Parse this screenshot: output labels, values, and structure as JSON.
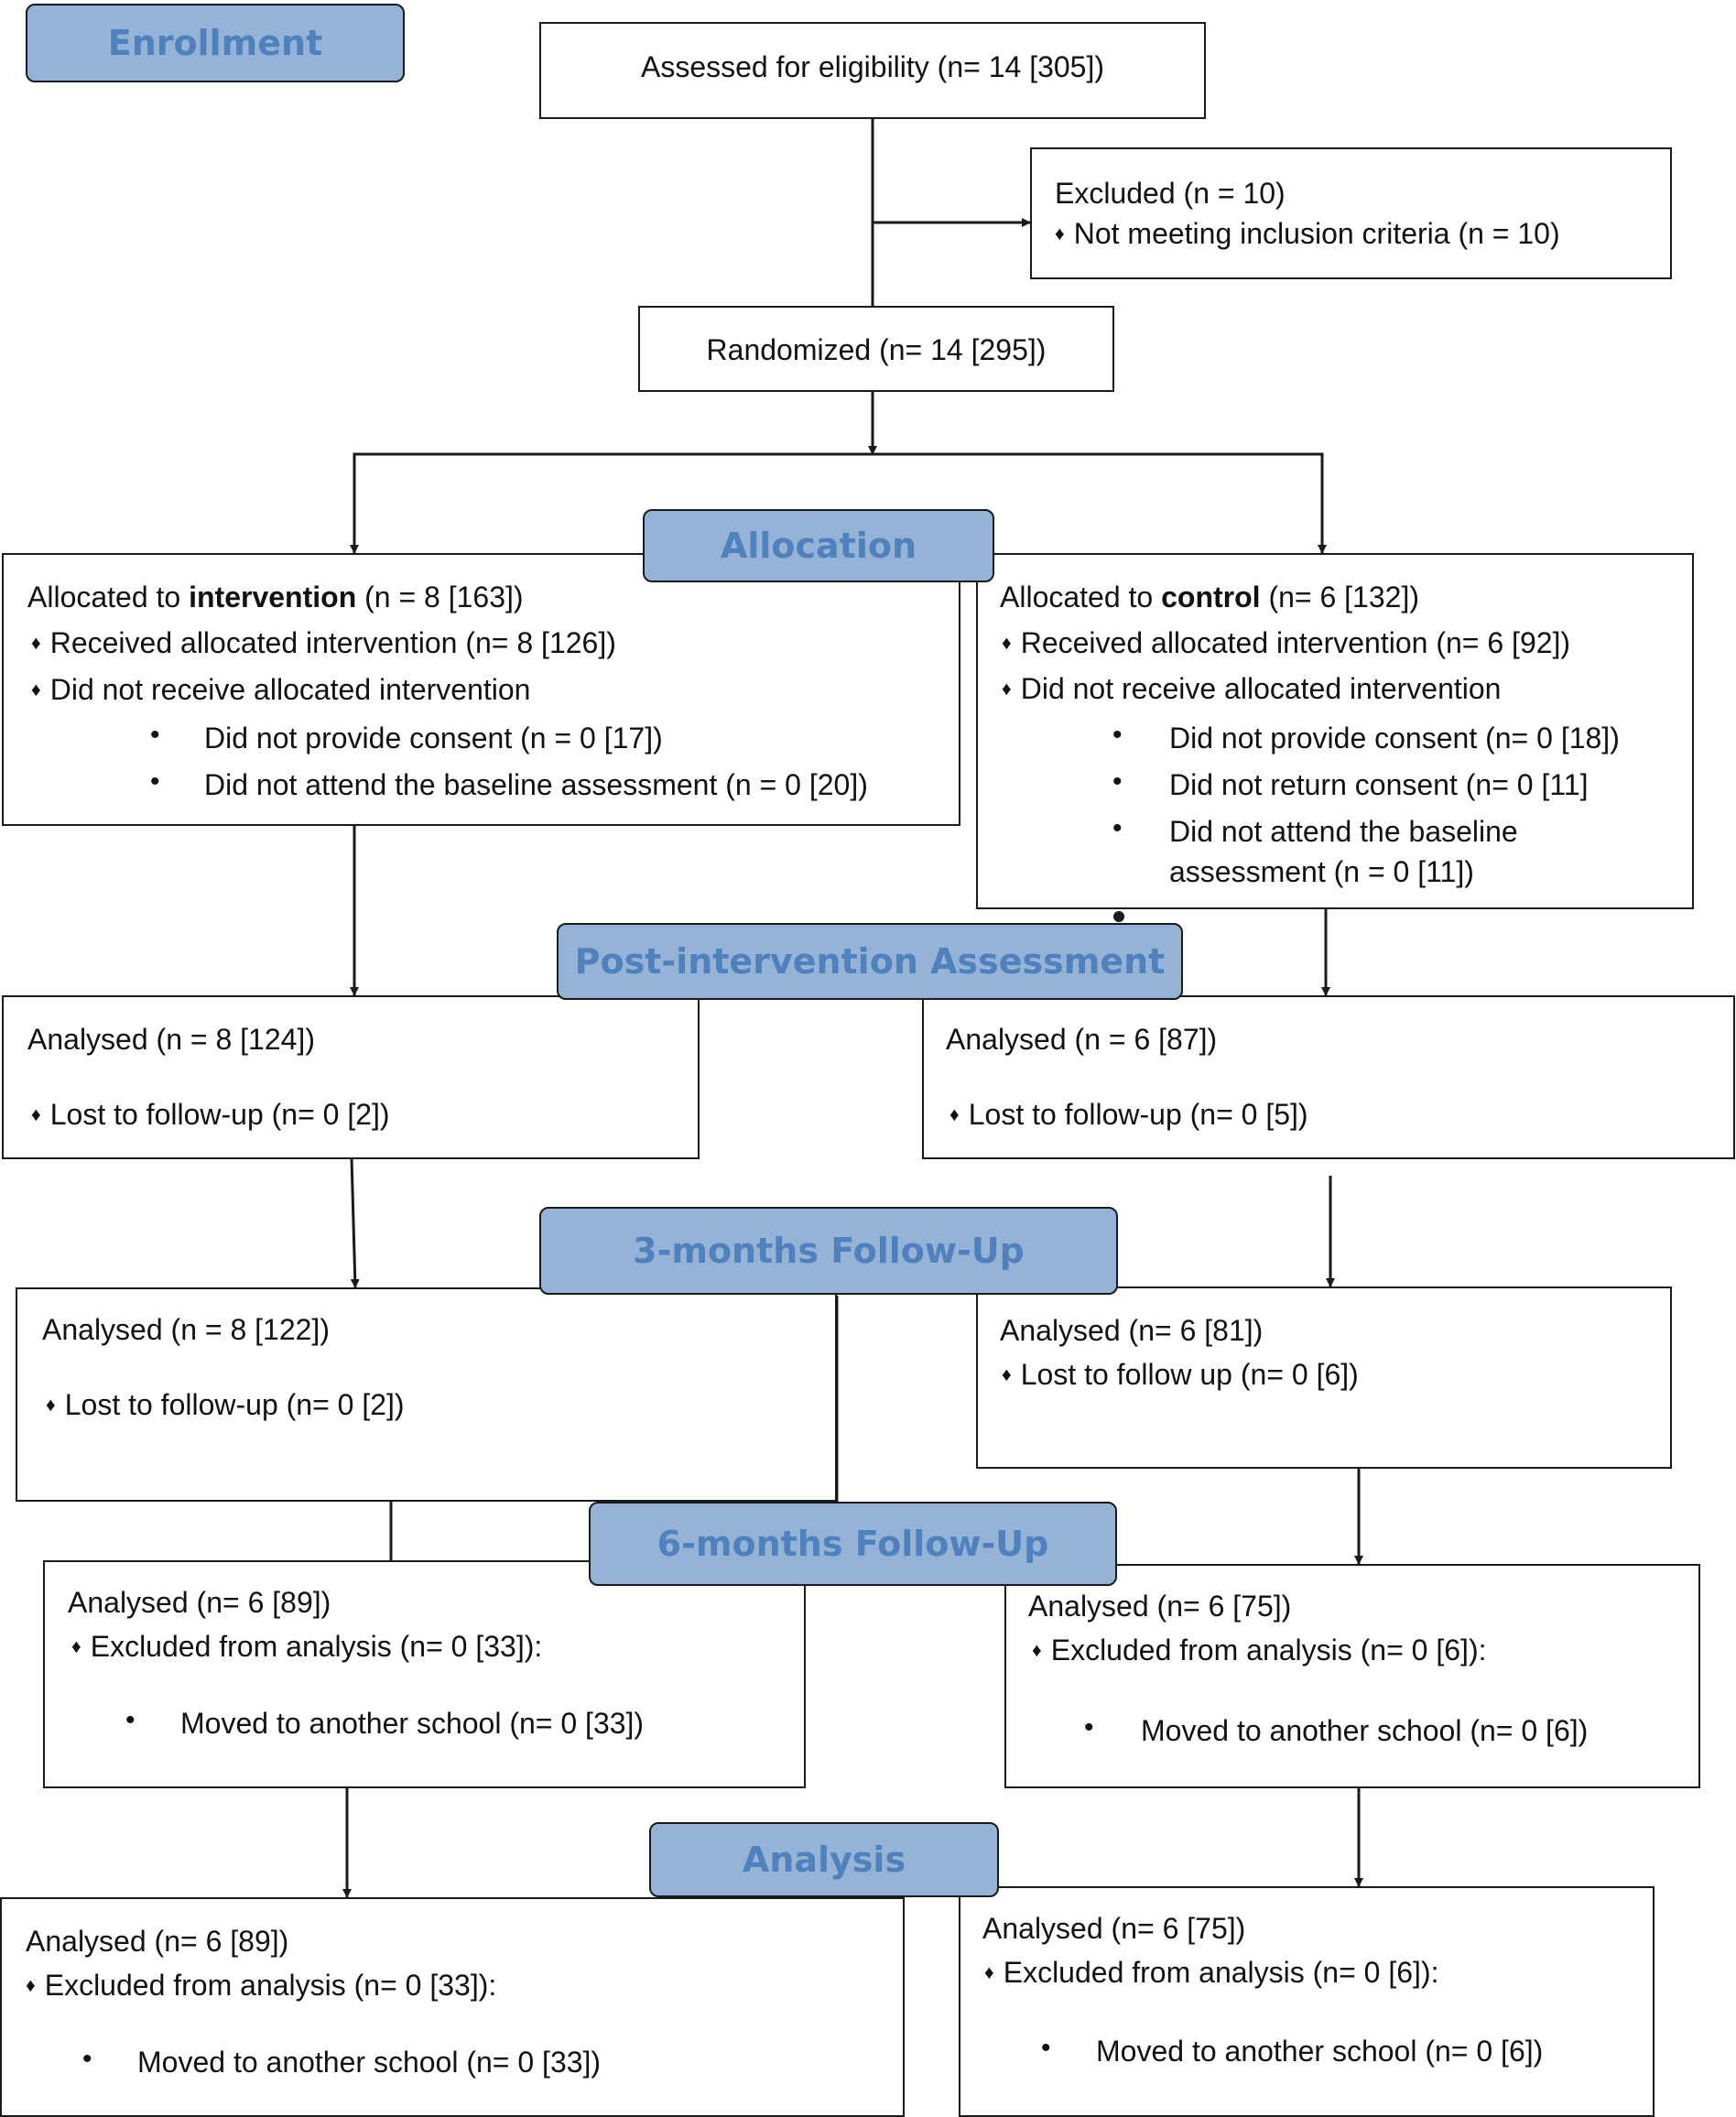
{
  "stages": {
    "enrollment": "Enrollment",
    "allocation": "Allocation",
    "post": "Post-intervention Assessment",
    "three": "3-months Follow-Up",
    "six": "6-months Follow-Up",
    "analysis": "Analysis"
  },
  "assessed": "Assessed for eligibility (n= 14 [305])",
  "excluded": {
    "title": "Excluded (n = 10)",
    "reason": "Not meeting inclusion criteria (n = 10)"
  },
  "randomized": "Randomized (n= 14 [295])",
  "bullet": "•",
  "intervention": {
    "alloc_prefix": "Allocated to ",
    "alloc_bold": "intervention",
    "alloc_suffix": " (n = 8 [163])",
    "received": "Received allocated intervention (n= 8 [126])",
    "not_received": "Did not receive allocated intervention",
    "consent": "Did not provide consent (n = 0 [17])",
    "baseline": "Did not attend the baseline assessment (n = 0 [20])",
    "post_analysed": "Analysed (n = 8 [124])",
    "post_lost": "Lost to follow-up (n= 0 [2])",
    "m3_analysed": "Analysed (n = 8 [122])",
    "m3_lost": "Lost to follow-up (n= 0 [2])",
    "m6_analysed": "Analysed (n= 6 [89])",
    "m6_excluded": "Excluded from analysis (n= 0 [33]):",
    "m6_moved": "Moved to another school (n= 0 [33])",
    "an_analysed": "Analysed (n= 6 [89])",
    "an_excluded": "Excluded from analysis (n= 0 [33]):",
    "an_moved": "Moved to another school (n= 0 [33])"
  },
  "control": {
    "alloc_prefix": "Allocated to ",
    "alloc_bold": "control",
    "alloc_suffix": " (n= 6 [132])",
    "received": "Received allocated intervention (n= 6 [92])",
    "not_received": "Did not receive allocated intervention",
    "consent": "Did not provide consent (n= 0 [18])",
    "return": "Did not return consent (n= 0 [11]",
    "baseline1": "Did not attend the baseline",
    "baseline2": "assessment (n = 0 [11])",
    "post_analysed": "Analysed (n = 6 [87])",
    "post_lost": "Lost to follow-up (n= 0 [5])",
    "m3_analysed": "Analysed (n= 6 [81])",
    "m3_lost": "Lost to follow up (n= 0 [6])",
    "m6_analysed": "Analysed (n= 6 [75])",
    "m6_excluded": "Excluded from analysis (n= 0 [6]):",
    "m6_moved": "Moved to another school (n= 0 [6])",
    "an_analysed": "Analysed (n= 6 [75])",
    "an_excluded": "Excluded from analysis (n= 0 [6]):",
    "an_moved": "Moved to another school (n= 0 [6])"
  }
}
